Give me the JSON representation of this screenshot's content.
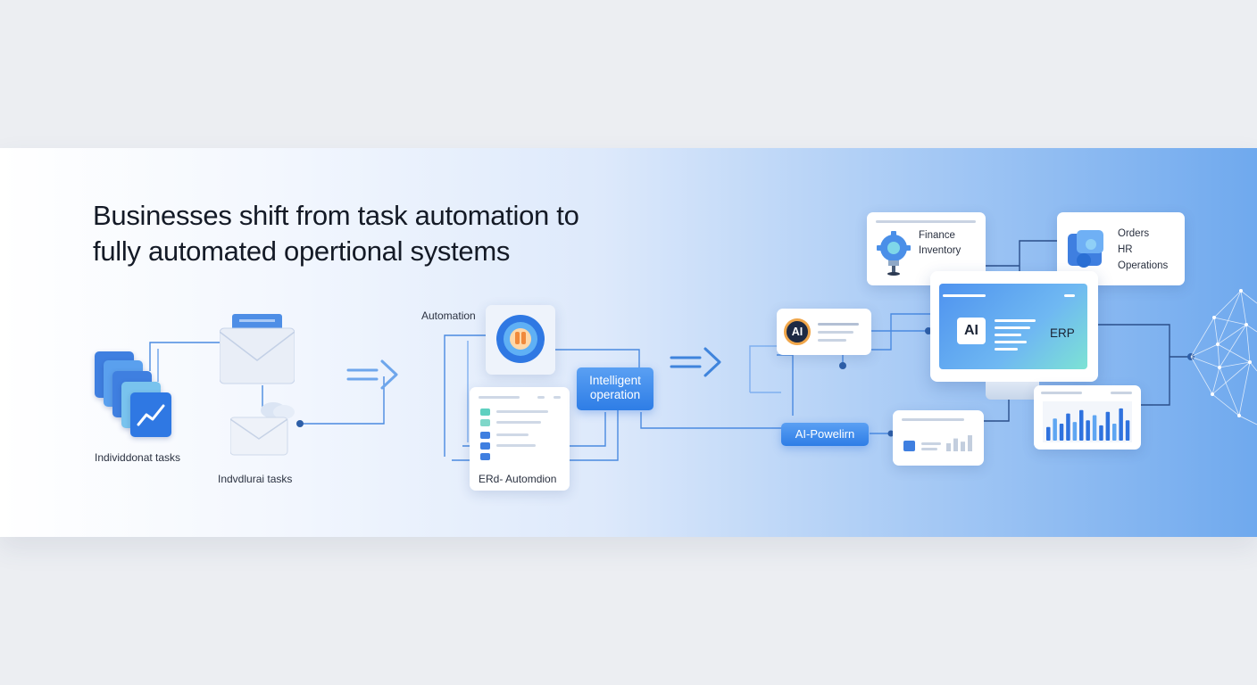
{
  "title": {
    "line1": "Businesses shift from task automation to",
    "line2": "fully automated opertional systems"
  },
  "labels": {
    "left_tasks": "Individdonat tasks",
    "mid_tasks": "Indvdlurai tasks",
    "automation": "Automation",
    "intelligent_line1": "Intelligent",
    "intelligent_line2": "operation",
    "erp_automation": "ERd- Automdion",
    "ai_badge": "AI",
    "ai_powered": "AI-Powelirn",
    "erp_ai": "AI",
    "erp": "ERP",
    "finance": "Finance",
    "inventory": "Inventory",
    "orders": "Orders",
    "hr": "HR",
    "operations": "Operations"
  },
  "icons": {
    "chart": "chart-line-icon",
    "envelope": "envelope-icon",
    "cloud": "cloud-icon",
    "robot": "robot-icon",
    "gear": "gear-icon",
    "cube": "cube-icon",
    "network": "network-icon",
    "arrow": "double-arrow-icon"
  },
  "chart_bars": [
    0.4,
    0.65,
    0.5,
    0.8,
    0.55,
    0.9,
    0.6,
    0.75,
    0.45,
    0.85,
    0.5,
    0.95,
    0.6
  ],
  "mini_bars": [
    0.5,
    0.8,
    0.6,
    1.0
  ],
  "colors": {
    "accent": "#2e7de6",
    "accent_light": "#6fb0f5",
    "teal": "#5fd0c0",
    "line": "#3f84dc"
  }
}
